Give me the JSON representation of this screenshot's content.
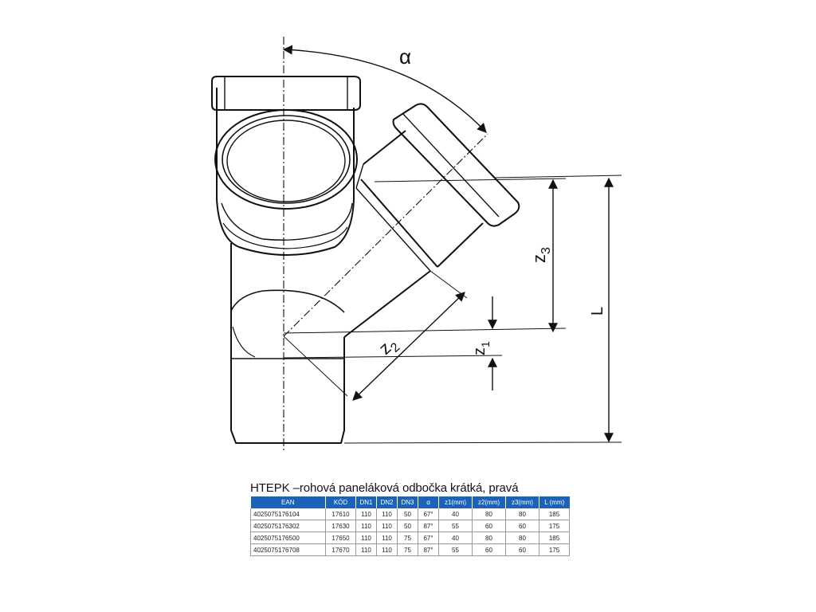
{
  "diagram": {
    "labels": {
      "alpha": "α",
      "z3": "z",
      "z3_sub": "3",
      "z2": "z",
      "z2_sub": "2",
      "z1": "z",
      "z1_sub": "1",
      "L": "L"
    },
    "colors": {
      "line": "#111111"
    }
  },
  "table": {
    "title": "HTEPK –rohová paneláková odbočka krátká, pravá",
    "header_color": "#1a63b8",
    "headers": [
      "EAN",
      "KÓD",
      "DN1",
      "DN2",
      "DN3",
      "α",
      "z1(mm)",
      "z2(mm)",
      "z3(mm)",
      "L (mm)"
    ],
    "rows": [
      [
        "4025075176104",
        "17610",
        "110",
        "110",
        "50",
        "67°",
        "40",
        "80",
        "80",
        "185"
      ],
      [
        "4025075176302",
        "17630",
        "110",
        "110",
        "50",
        "87°",
        "55",
        "60",
        "60",
        "175"
      ],
      [
        "4025075176500",
        "17650",
        "110",
        "110",
        "75",
        "67°",
        "40",
        "80",
        "80",
        "185"
      ],
      [
        "4025075176708",
        "17670",
        "110",
        "110",
        "75",
        "87°",
        "55",
        "60",
        "60",
        "175"
      ]
    ]
  }
}
